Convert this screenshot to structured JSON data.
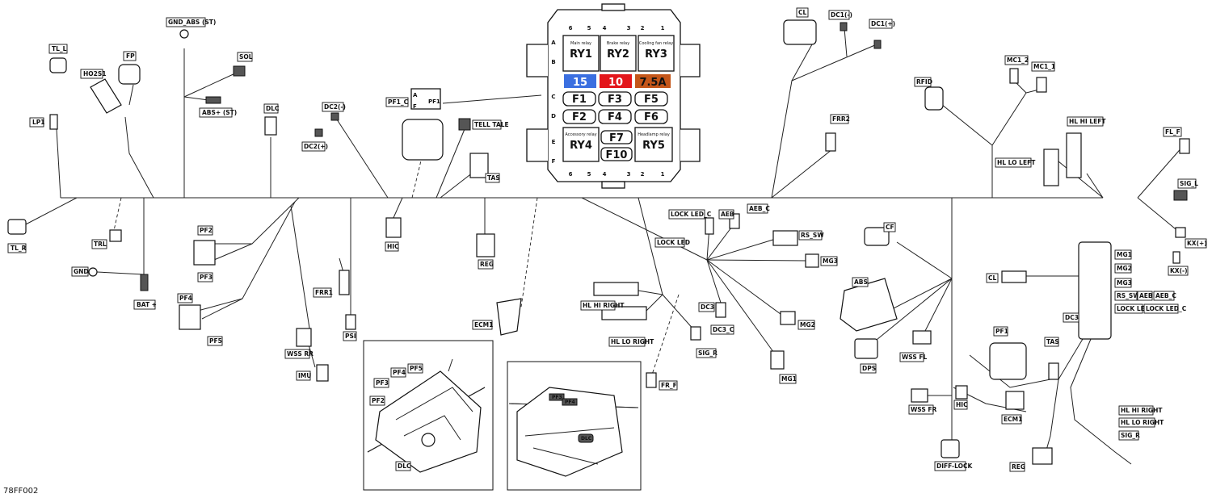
{
  "diagram_code": "78FF002",
  "fuse_box": {
    "pins_top": [
      "6",
      "5",
      "4",
      "3",
      "2",
      "1"
    ],
    "pins_bottom": [
      "6",
      "5",
      "4",
      "3",
      "2",
      "1"
    ],
    "rows": [
      "A",
      "B",
      "C",
      "D",
      "E",
      "F"
    ],
    "relays": {
      "ry1": {
        "caption": "Main relay",
        "label": "RY1"
      },
      "ry2": {
        "caption": "Brake relay",
        "label": "RY2"
      },
      "ry3": {
        "caption": "Cooling fan relay",
        "label": "RY3"
      },
      "ry4": {
        "caption": "Accessory relay",
        "label": "RY4"
      },
      "ry5": {
        "caption": "Headlamp relay",
        "label": "RY5"
      }
    },
    "ratings": [
      {
        "text": "15",
        "color": "#3b6fe0"
      },
      {
        "text": "10",
        "color": "#e3161b"
      },
      {
        "text": "7.5A",
        "color": "#c4561a"
      }
    ],
    "fuses": [
      "F1",
      "F3",
      "F5",
      "F2",
      "F4",
      "F6",
      "F7",
      "F10"
    ]
  },
  "pf1_inset": {
    "a": "A",
    "f": "F",
    "title": "PF1"
  },
  "labels": {
    "tl_l": "TL_L",
    "fp": "FP",
    "ho2s1": "HO2S1",
    "lp1": "LP1",
    "tl_r": "TL_R",
    "trl": "TRL",
    "gnd": "GND",
    "bat": "BAT +",
    "gnd_abs": "GND_ABS (ST)",
    "sol": "SOL",
    "abs_st": "ABS+ (ST)",
    "dlc": "DLC",
    "dc2m": "DC2(-)",
    "dc2p": "DC2(+)",
    "pf1c": "PF1_C",
    "tell_tale": "TELL TALE",
    "tas": "TAS",
    "hic": "HIC",
    "reg": "REG",
    "ecm1": "ECM1",
    "pf2": "PF2",
    "pf3": "PF3",
    "pf4": "PF4",
    "pf5": "PF5",
    "frr1": "FRR1",
    "psi": "PSI",
    "wss_rr": "WSS RR",
    "imu": "IMU",
    "cl": "CL",
    "dc1m": "DC1(-)",
    "dc1p": "DC1(+)",
    "frr2": "FRR2",
    "rfid": "RFID",
    "mc1_2": "MC1_2",
    "mc1_1": "MC1_1",
    "hl_hi_left": "HL HI LEFT",
    "hl_lo_left": "HL LO LEFT",
    "fl_f": "FL_F",
    "sig_l": "SIG_L",
    "kx_p": "KX(+)",
    "kx_m": "KX(-)",
    "lock_led_c": "LOCK LED_C",
    "lock_led": "LOCK LED",
    "aeb": "AEB",
    "aeb_c": "AEB_C",
    "rs_sw": "RS_SW",
    "mg3": "MG3",
    "mg2": "MG2",
    "mg1": "MG1",
    "dc3": "DC3",
    "dc3_c": "DC3_C",
    "sig_r": "SIG_R",
    "fr_f": "FR_F",
    "hl_hi_right": "HL HI RIGHT",
    "hl_lo_right": "HL LO RIGHT",
    "cf": "CF",
    "abs": "ABS",
    "dps": "DPS",
    "wss_fl": "WSS FL",
    "wss_fr": "WSS FR",
    "diff_lock": "DIFF-LOCK",
    "pf1": "PF1",
    "ecm1_r": "ECM1",
    "tas_r": "TAS",
    "reg_r": "REG",
    "hl_hi_right_r": "HL HI RIGHT",
    "hl_lo_right_r": "HL LO RIGHT",
    "sig_r_r": "SIG_R",
    "cl_r": "CL",
    "dc3_r": "DC3",
    "mg1_r": "MG1",
    "mg2_r": "MG2",
    "mg3_r": "MG3",
    "rs_sw_r": "RS_SW",
    "aeb_r": "AEB",
    "aeb_c_r": "AEB_C",
    "lock_led_r": "LOCK LED",
    "lock_led_c_r": "LOCK LED_C",
    "hic_r": "HIC",
    "in_pf2": "PF2",
    "in_pf3": "PF3",
    "in_pf4": "PF4",
    "in_pf5": "PF5",
    "in_dlc": "DLC"
  },
  "inset2": {
    "pf3": "PF3",
    "pf4": "PF4",
    "dlc": "DLC"
  }
}
